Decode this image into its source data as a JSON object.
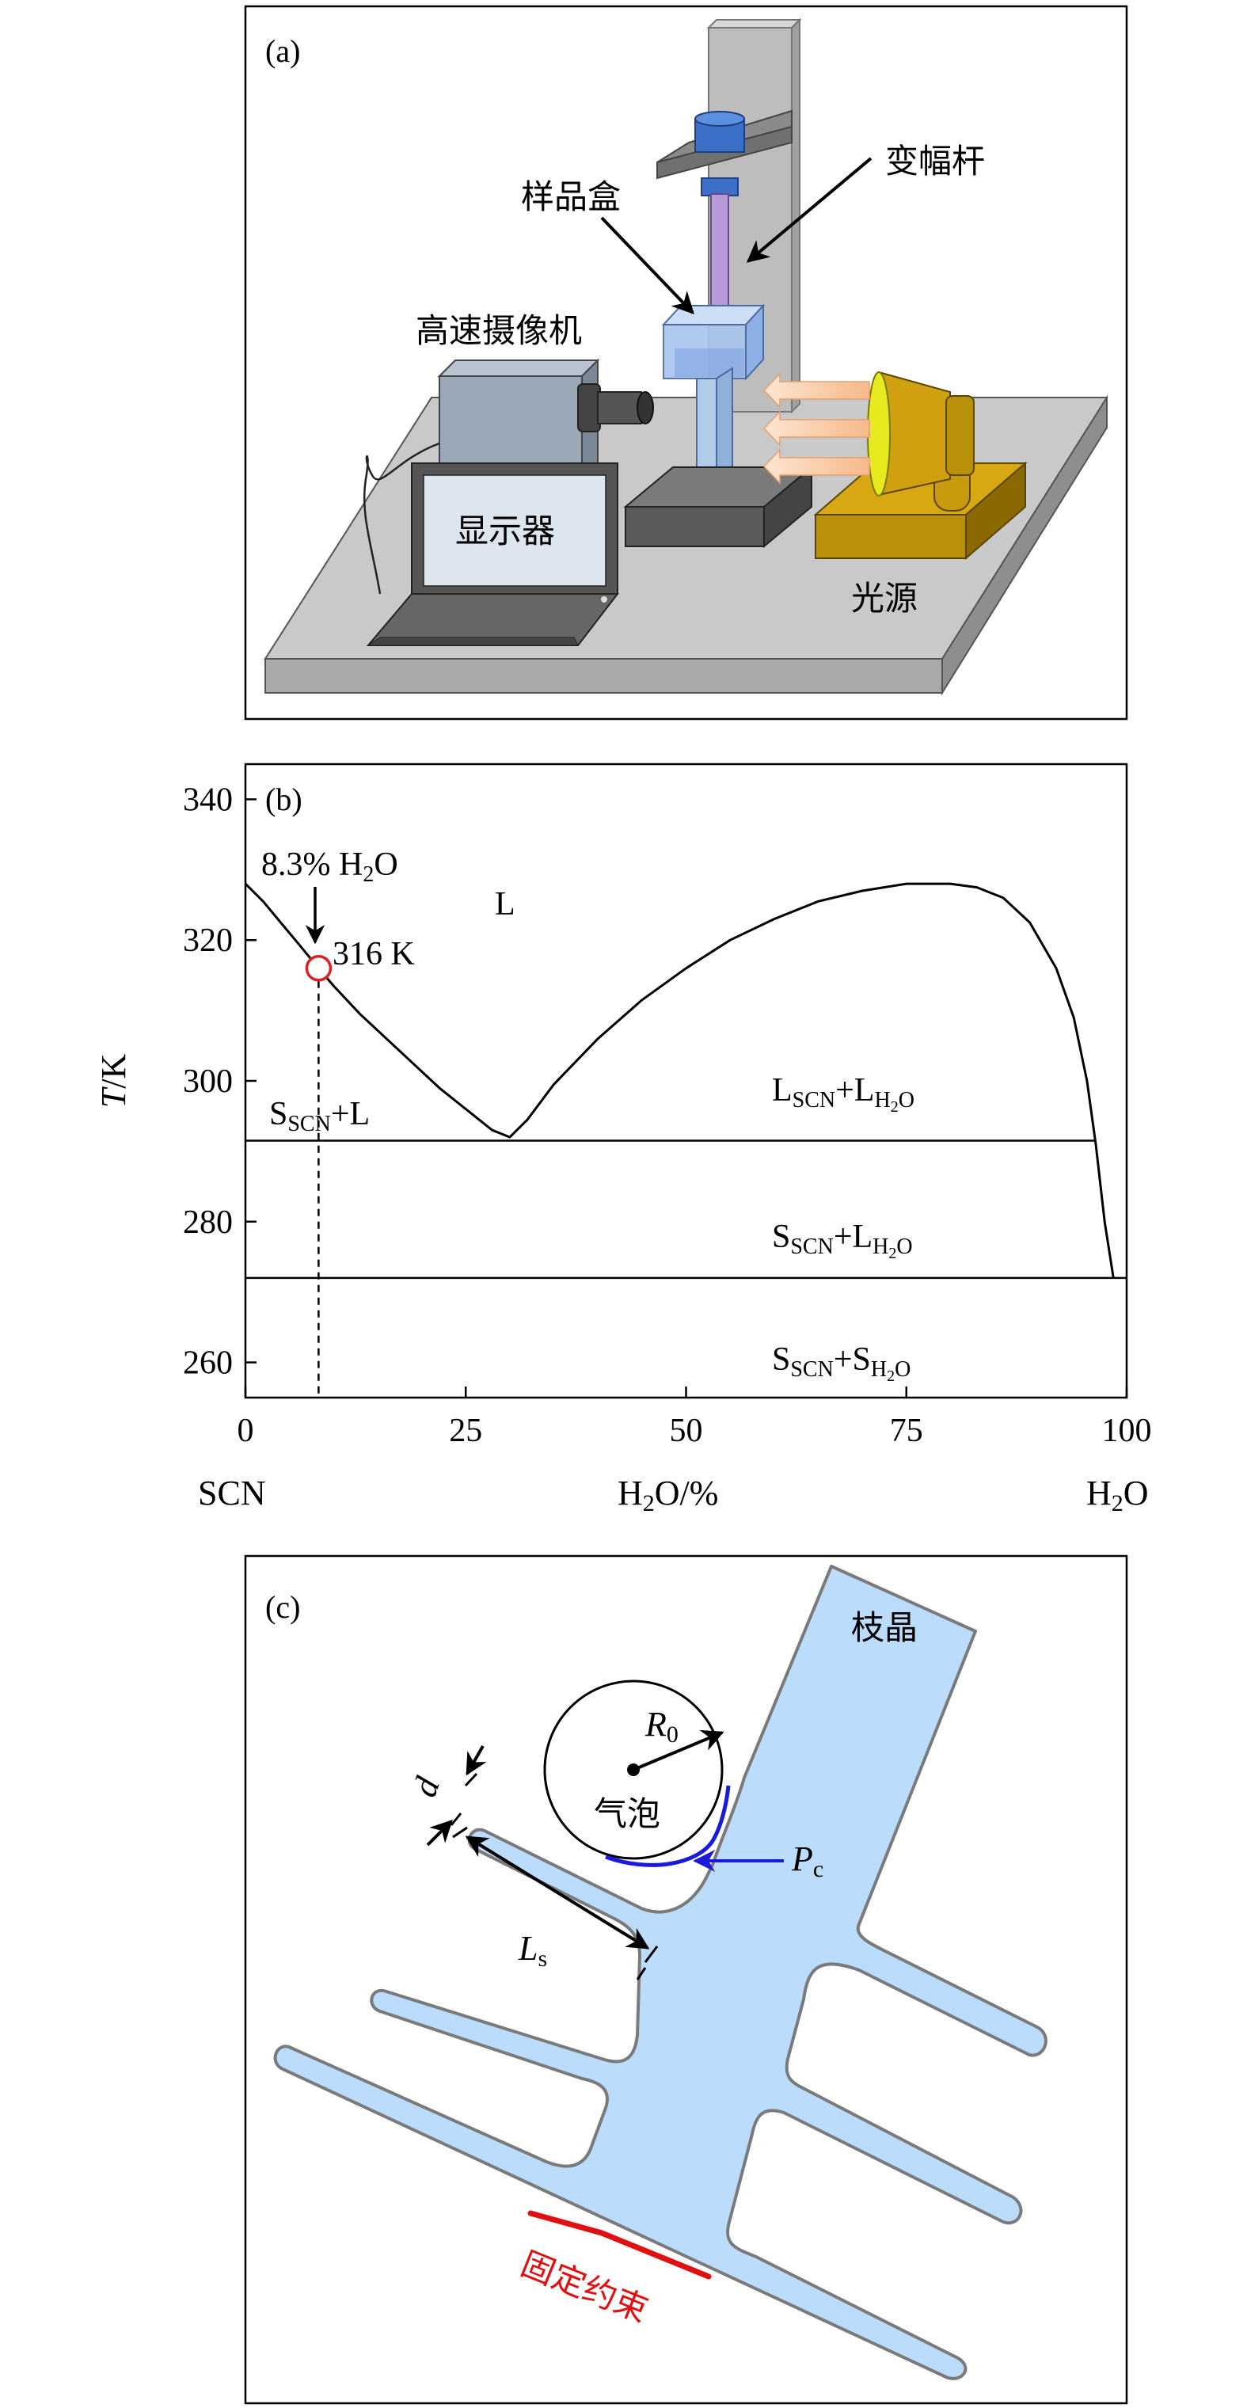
{
  "panel_a": {
    "label": "(a)",
    "amplitude_rod_label": "变幅杆",
    "sample_box_label": "样品盒",
    "camera_label": "高速摄像机",
    "monitor_label": "显示器",
    "light_source_label": "光源"
  },
  "panel_b": {
    "label": "(b)",
    "ylabel_italic": "T",
    "ylabel_rest": "/K",
    "xlabel_main": "H",
    "xlabel_sub": "2",
    "xlabel_rest": "O/%",
    "left_end": "SCN",
    "right_end_main": "H",
    "right_end_sub": "2",
    "right_end_rest": "O",
    "ann_comp": "8.3% H",
    "ann_comp_sub": "2",
    "ann_comp_rest": "O",
    "ann_temp": "316 K",
    "region_L": "L",
    "region_SL_main": "S",
    "region_SL_sub": "SCN",
    "region_SL_rest": "+L",
    "region_LL_1": "L",
    "region_LL_sub1": "SCN",
    "region_LL_plus": "+L",
    "region_LL_sub2": "H",
    "region_LL_sub2b": "2",
    "region_LL_sub2c": "O",
    "region_SLw_1": "S",
    "region_SLw_sub1": "SCN",
    "region_SLw_plus": "+L",
    "region_SLw_sub2": "H",
    "region_SLw_sub2b": "2",
    "region_SLw_sub2c": "O",
    "region_SS_1": "S",
    "region_SS_sub1": "SCN",
    "region_SS_plus": "+S",
    "region_SS_sub2": "H",
    "region_SS_sub2b": "2",
    "region_SS_sub2c": "O"
  },
  "panel_c": {
    "label": "(c)",
    "dendrite_label": "枝晶",
    "bubble_label": "气泡",
    "radius_main": "R",
    "radius_sub": "0",
    "d_label": "d",
    "ls_main": "L",
    "ls_sub": "s",
    "pc_main": "P",
    "pc_sub": "c",
    "constraint_label": "固定约束"
  },
  "colors": {
    "curve": "#000000",
    "marker": "#e02020",
    "dendrite_fill": "#bcdcfc",
    "dendrite_edge": "#7a7a7a",
    "pc_arrow": "#1a1adc",
    "constraint": "#e01010"
  },
  "chart_data": {
    "type": "line",
    "title": "",
    "xlabel": "H2O/%",
    "ylabel": "T/K",
    "xlim": [
      0,
      100
    ],
    "ylim": [
      255,
      345
    ],
    "xticks": [
      0,
      25,
      50,
      75,
      100
    ],
    "yticks": [
      260,
      280,
      300,
      320,
      340
    ],
    "grid": false,
    "series": [
      {
        "name": "",
        "x": [
          0,
          2,
          4,
          6,
          8.3,
          10,
          13,
          16,
          19,
          22,
          25,
          28,
          30,
          32,
          35,
          40,
          45,
          50,
          55,
          60,
          65,
          70,
          75,
          80,
          83,
          86,
          89,
          92,
          94,
          95.5,
          96.5,
          97.5,
          98.5
        ],
        "y": [
          328,
          325.5,
          322.5,
          319.5,
          316,
          313.5,
          309.5,
          306,
          302.5,
          299,
          296,
          293,
          292,
          294.5,
          299.5,
          306,
          311.5,
          316,
          320,
          323,
          325.5,
          327,
          328,
          328,
          327.5,
          326,
          322.5,
          316,
          309,
          300,
          291,
          280,
          272
        ]
      }
    ],
    "horizontal_lines": [
      {
        "y": 291.5,
        "x_from": 0,
        "x_to": 96.5
      },
      {
        "y": 272,
        "x_from": 0,
        "x_to": 100
      }
    ],
    "vertical_lines": [
      {
        "x": 8.3,
        "y_from": 255,
        "y_to": 316,
        "style": "dashed"
      }
    ],
    "points": [
      {
        "x": 8.3,
        "y": 316,
        "label": "316 K",
        "style": "open-circle"
      }
    ]
  }
}
